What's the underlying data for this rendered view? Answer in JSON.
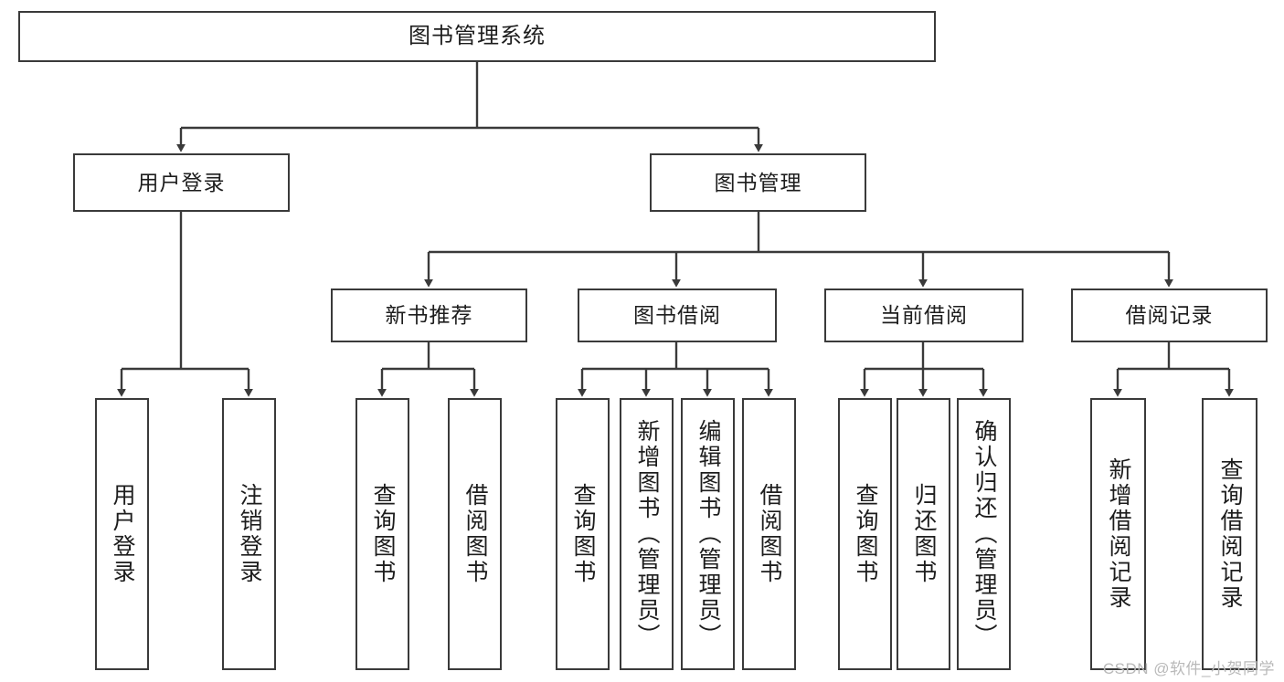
{
  "diagram": {
    "title": "图书管理系统",
    "type": "tree-hierarchy-chart",
    "watermark": "CSDN @软件_小贺同学",
    "colors": {
      "stroke": "#3a3a3a",
      "fill": "#ffffff",
      "text": "#1d1d1d",
      "watermark": "#b9b9b9"
    },
    "nodes": {
      "root": {
        "label": "图书管理系统"
      },
      "level2": [
        {
          "id": "user-login",
          "label": "用户登录"
        },
        {
          "id": "book-manage",
          "label": "图书管理"
        }
      ],
      "level3": [
        {
          "id": "new-book-recommend",
          "label": "新书推荐"
        },
        {
          "id": "book-borrow",
          "label": "图书借阅"
        },
        {
          "id": "current-borrow",
          "label": "当前借阅"
        },
        {
          "id": "borrow-record",
          "label": "借阅记录"
        }
      ],
      "leaves": {
        "user-login": [
          {
            "id": "leaf-user-login",
            "label": "用户登录"
          },
          {
            "id": "leaf-logout-login",
            "label": "注销登录"
          }
        ],
        "new-book-recommend": [
          {
            "id": "leaf-query-book-1",
            "label": "查询图书"
          },
          {
            "id": "leaf-borrow-book-1",
            "label": "借阅图书"
          }
        ],
        "book-borrow": [
          {
            "id": "leaf-query-book-2",
            "label": "查询图书"
          },
          {
            "id": "leaf-add-book",
            "label": "新增图书（管理员）"
          },
          {
            "id": "leaf-edit-book",
            "label": "编辑图书（管理员）"
          },
          {
            "id": "leaf-borrow-book-2",
            "label": "借阅图书"
          }
        ],
        "current-borrow": [
          {
            "id": "leaf-query-book-3",
            "label": "查询图书"
          },
          {
            "id": "leaf-return-book",
            "label": "归还图书"
          },
          {
            "id": "leaf-confirm-return",
            "label": "确认归还（管理员）"
          }
        ],
        "borrow-record": [
          {
            "id": "leaf-add-record",
            "label": "新增借阅记录"
          },
          {
            "id": "leaf-query-record",
            "label": "查询借阅记录"
          }
        ]
      }
    }
  }
}
